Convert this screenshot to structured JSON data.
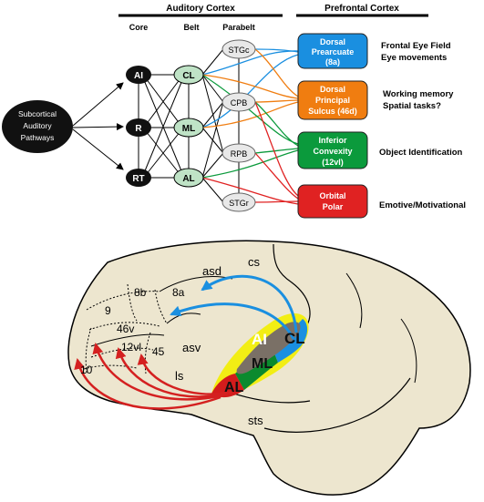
{
  "headers": {
    "auditory_cortex": "Auditory Cortex",
    "prefrontal_cortex": "Prefrontal Cortex",
    "core": "Core",
    "belt": "Belt",
    "parabelt": "Parabelt"
  },
  "source": {
    "line1": "Subcortical",
    "line2": "Auditory",
    "line3": "Pathways"
  },
  "core_nodes": [
    "AI",
    "R",
    "RT"
  ],
  "belt_nodes": [
    "CL",
    "ML",
    "AL"
  ],
  "parabelt_nodes": [
    "STGc",
    "CPB",
    "RPB",
    "STGr"
  ],
  "prefrontal": [
    {
      "line1": "Dorsal",
      "line2": "Prearcuate",
      "line3": "(8a)",
      "color": "#1a8fe0",
      "function1": "Frontal Eye Field",
      "function2": "Eye movements"
    },
    {
      "line1": "Dorsal",
      "line2": "Principal",
      "line3": "Sulcus (46d)",
      "color": "#f07d10",
      "function1": "Working memory",
      "function2": "Spatial tasks?"
    },
    {
      "line1": "Inferior",
      "line2": "Convexity",
      "line3": "(12vl)",
      "color": "#0b9a3c",
      "function1": "Object Identification",
      "function2": ""
    },
    {
      "line1": "Orbital",
      "line2": "Polar",
      "line3": "",
      "color": "#e02222",
      "function1": "Emotive/Motivational",
      "function2": ""
    }
  ],
  "brain_labels": {
    "cs": "cs",
    "asd": "asd",
    "8b": "8b",
    "8a": "8a",
    "9": "9",
    "46v": "46v",
    "12vl": "12vl",
    "45": "45",
    "10": "10",
    "asv": "asv",
    "ls": "ls",
    "sts": "sts",
    "AI": "AI",
    "CL": "CL",
    "ML": "ML",
    "AL": "AL"
  }
}
